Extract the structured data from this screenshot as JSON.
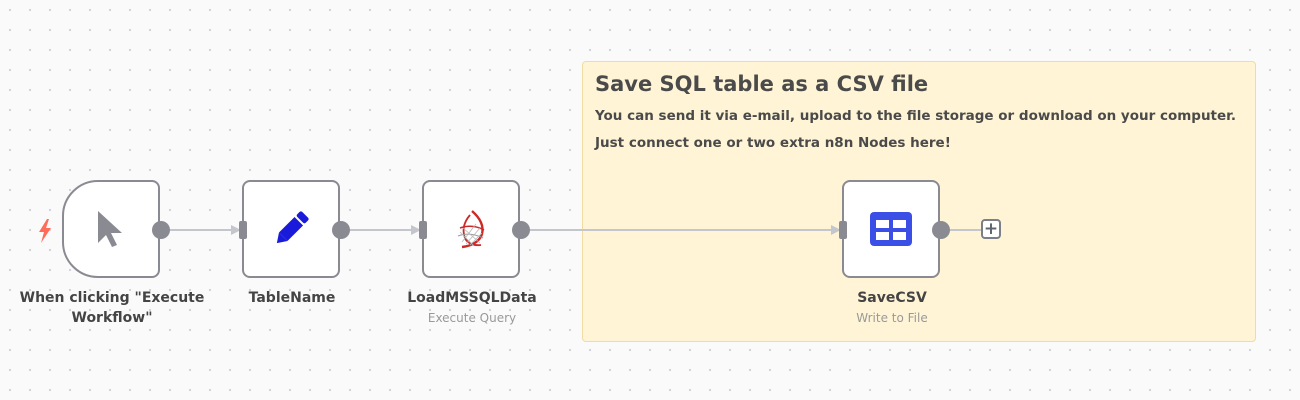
{
  "sticky_note": {
    "title": "Save SQL table as a CSV file",
    "line1": "You can send it via e-mail, upload to the file storage or download on your computer.",
    "line2": "Just connect one or two extra n8n Nodes here!"
  },
  "nodes": [
    {
      "id": "trigger",
      "name": "When clicking \"Execute Workflow\"",
      "subtitle": "",
      "icon": "cursor-icon"
    },
    {
      "id": "tablename",
      "name": "TableName",
      "subtitle": "",
      "icon": "pencil-icon"
    },
    {
      "id": "mssql",
      "name": "LoadMSSQLData",
      "subtitle": "Execute Query",
      "icon": "mssql-icon"
    },
    {
      "id": "savecsv",
      "name": "SaveCSV",
      "subtitle": "Write to File",
      "icon": "table-icon"
    }
  ],
  "add_button_label": "+",
  "colors": {
    "node_border": "#8a8a92",
    "edge": "#c3c6cc",
    "sticky_bg": "#fff5d6",
    "pencil": "#1a1adb",
    "table_icon": "#3b4ee6",
    "trigger_bolt": "#ff6d5a",
    "mssql_red": "#cc2927"
  }
}
